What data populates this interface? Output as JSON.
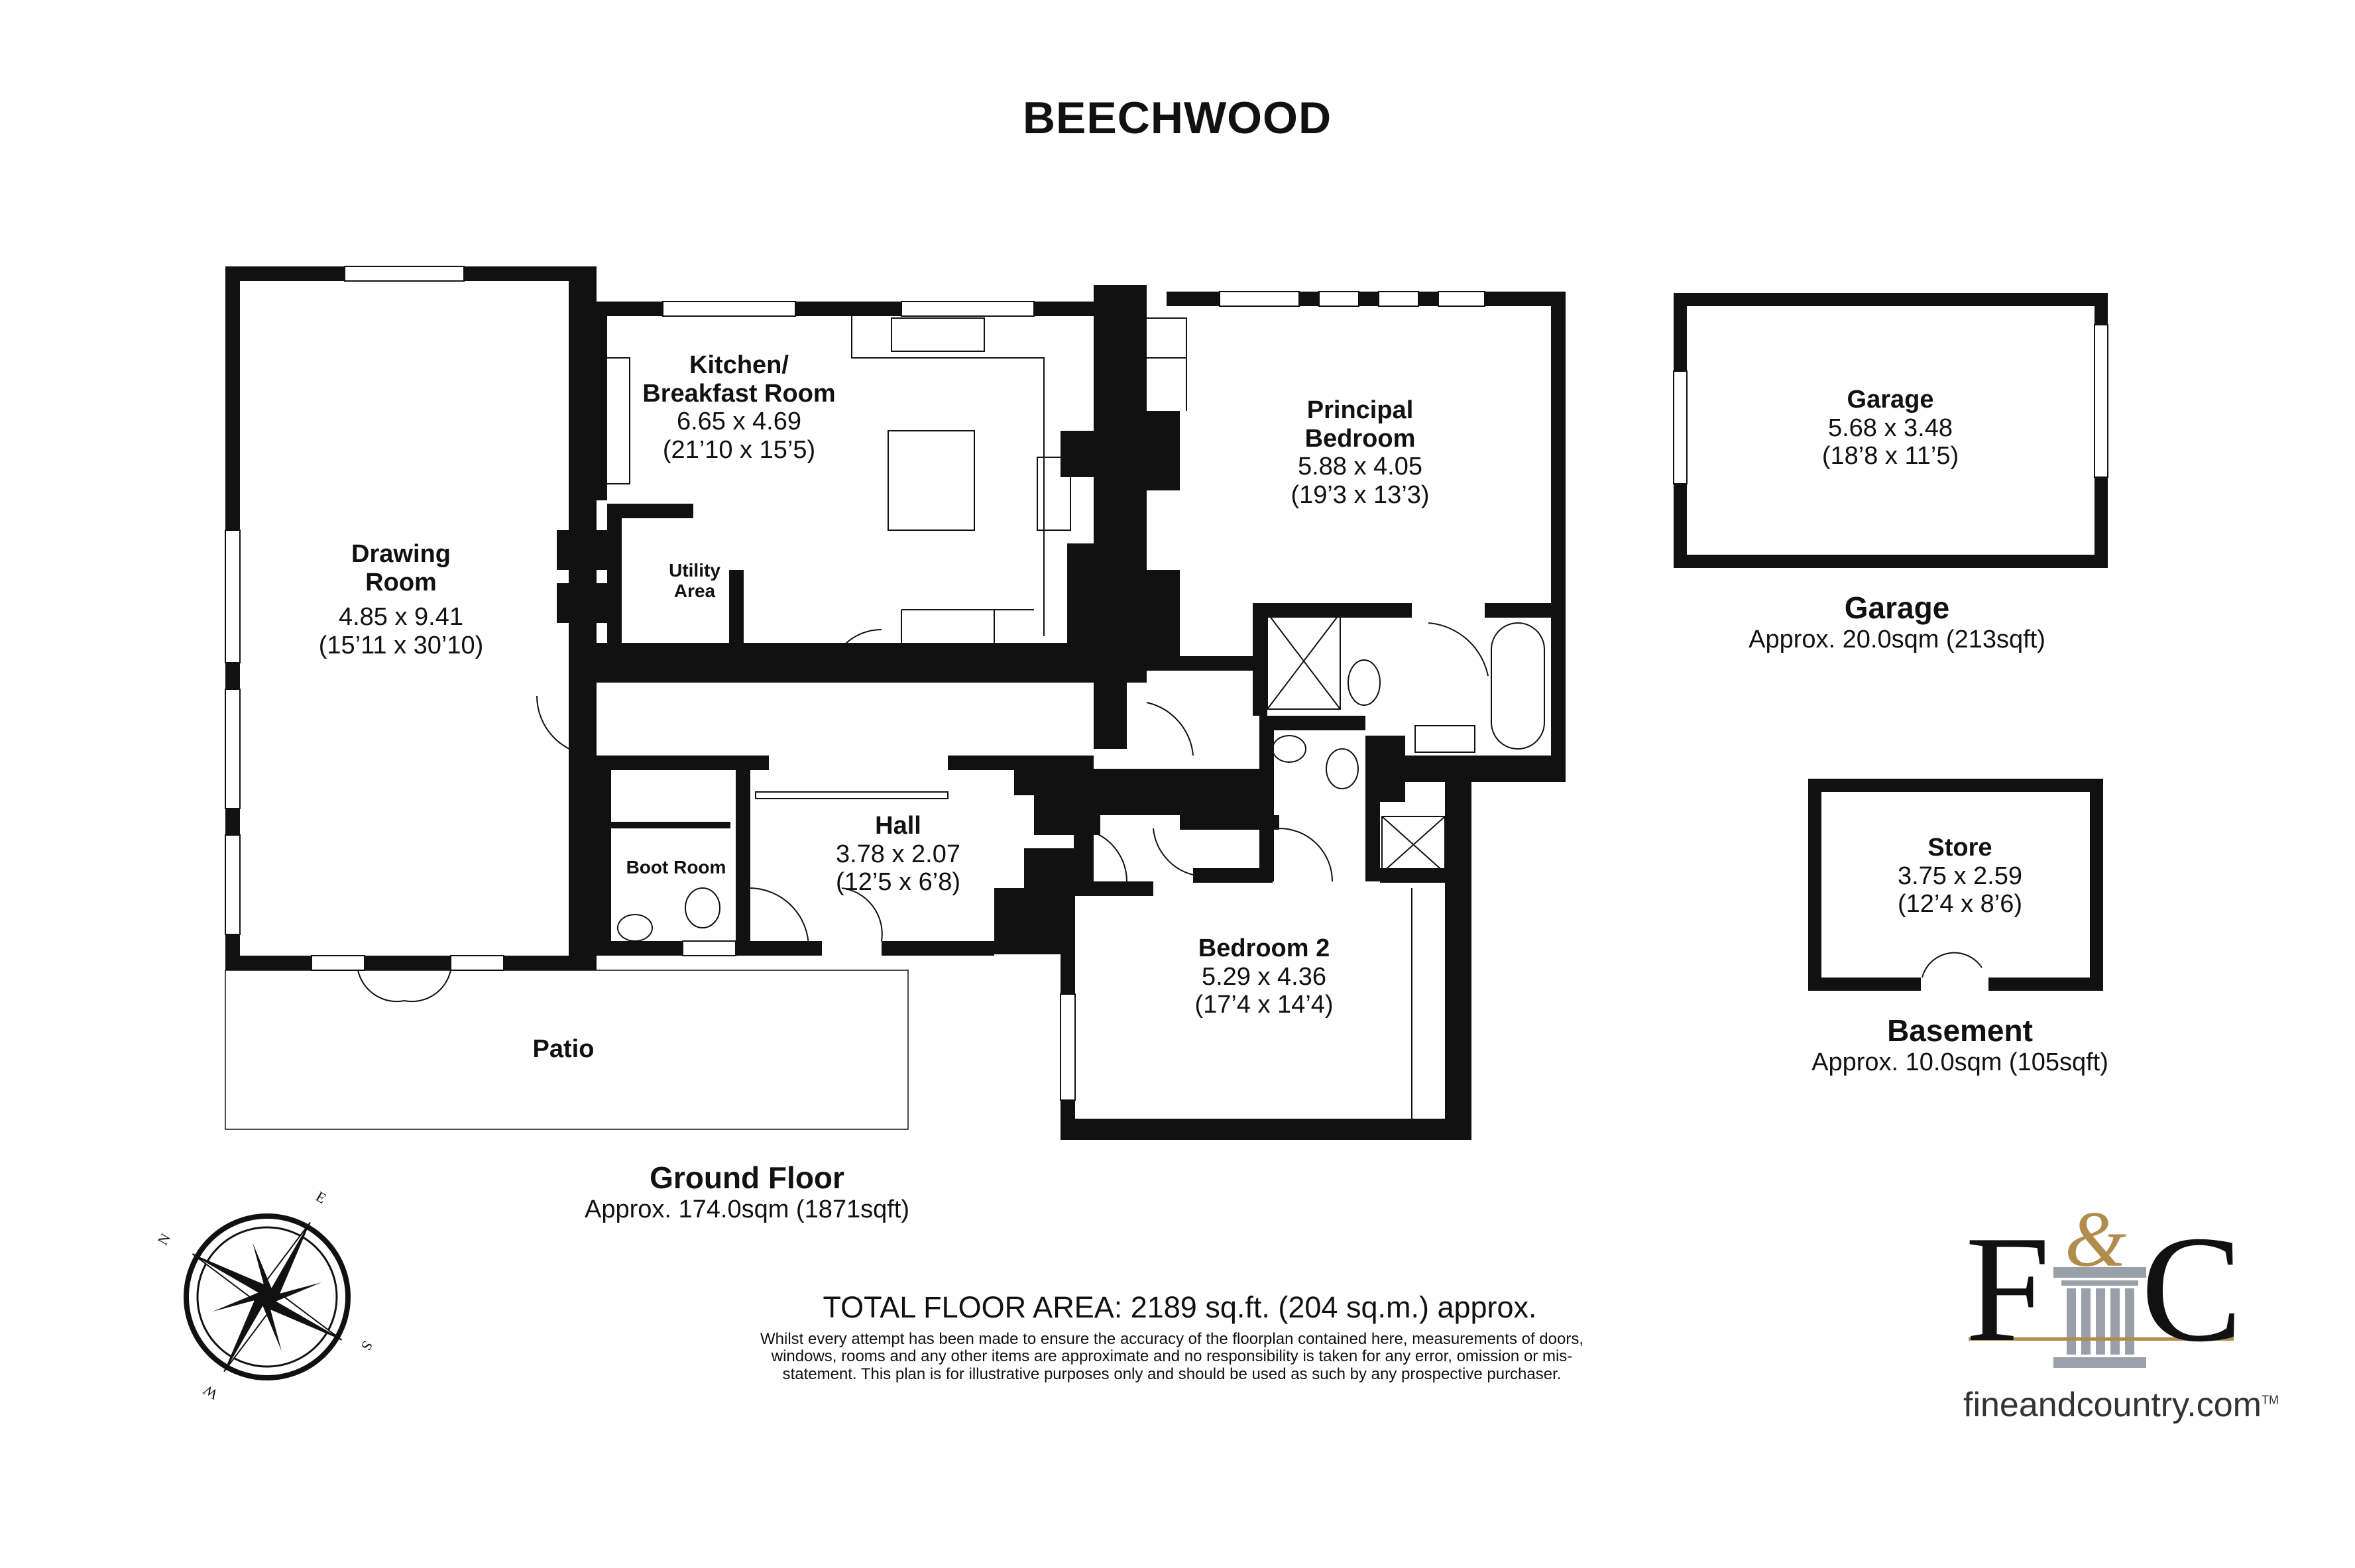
{
  "title": "BEECHWOOD",
  "rooms": {
    "kitchen": {
      "name_line1": "Kitchen/",
      "name_line2": "Breakfast Room",
      "metric": "6.65 x 4.69",
      "imperial": "(21’10 x 15’5)"
    },
    "drawing": {
      "name_line1": "Drawing",
      "name_line2": "Room",
      "metric": "4.85 x 9.41",
      "imperial": "(15’11 x 30’10)"
    },
    "principal": {
      "name_line1": "Principal",
      "name_line2": "Bedroom",
      "metric": "5.88 x 4.05",
      "imperial": "(19’3 x 13’3)"
    },
    "utility": {
      "name_line1": "Utility",
      "name_line2": "Area"
    },
    "hall": {
      "name": "Hall",
      "metric": "3.78 x 2.07",
      "imperial": "(12’5 x 6’8)"
    },
    "boot": {
      "name": "Boot Room"
    },
    "bedroom2": {
      "name": "Bedroom 2",
      "metric": "5.29 x 4.36",
      "imperial": "(17’4 x 14’4)"
    },
    "patio": {
      "name": "Patio"
    },
    "garage": {
      "name": "Garage",
      "metric": "5.68 x 3.48",
      "imperial": "(18’8 x 11’5)"
    },
    "store": {
      "name": "Store",
      "metric": "3.75 x 2.59",
      "imperial": "(12’4 x 8’6)"
    }
  },
  "areas": {
    "ground": {
      "title": "Ground Floor",
      "value": "Approx. 174.0sqm (1871sqft)"
    },
    "garage": {
      "title": "Garage",
      "value": "Approx. 20.0sqm (213sqft)"
    },
    "basement": {
      "title": "Basement",
      "value": "Approx. 10.0sqm (105sqft)"
    }
  },
  "total": "TOTAL FLOOR AREA: 2189 sq.ft. (204 sq.m.) approx.",
  "disclaimer": "Whilst every attempt has been made to ensure the accuracy of the floorplan contained here, measurements of doors, windows, rooms and any other items are approximate and no responsibility is taken for any error, omission or mis-statement. This plan is for illustrative purposes only and should be used as such by any prospective purchaser.",
  "compass": {
    "n": "N",
    "e": "E",
    "s": "S",
    "w": "W"
  },
  "logo": {
    "f": "F",
    "amp": "&",
    "c": "C",
    "website": "fineandcountry.com",
    "tm": "TM"
  },
  "colors": {
    "wall": "#111111",
    "gold": "#b08d4c",
    "pillar": "#9aa0aa"
  }
}
